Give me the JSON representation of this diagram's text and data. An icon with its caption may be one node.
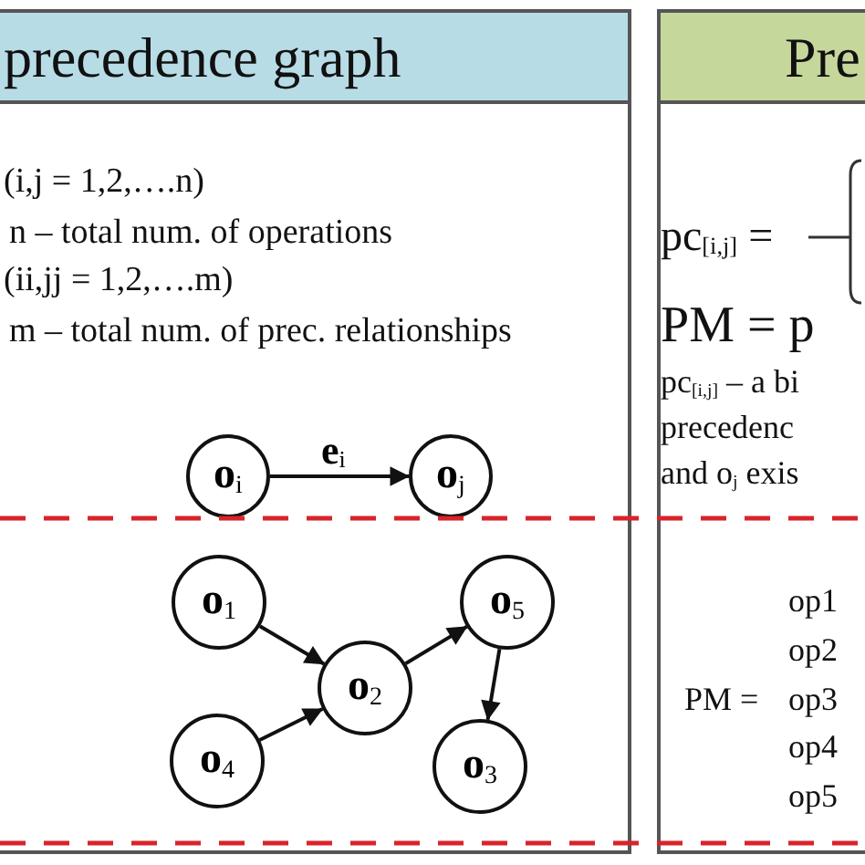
{
  "diagram": {
    "nodes": [
      {
        "text": [
          "precedence graph"
        ]
      },
      {
        "text": [
          "o$_{i}$"
        ],
        "in": 0
      },
      {
        "text": [
          "o$_{j}$"
        ],
        "in": 0
      },
      {
        "text": [
          "o$_{1}$"
        ],
        "in": 0
      },
      {
        "text": [
          "o$_{4}$"
        ],
        "in": 0
      },
      {
        "text": [
          "o$_{2}$"
        ],
        "in": 0
      },
      {
        "text": [
          "o$_{5}$"
        ],
        "in": 0
      },
      {
        "text": [
          "o$_{3}$"
        ],
        "in": 0
      },
      {
        "text": [
          "Pre"
        ]
      }
    ],
    "edges": [
      {
        "from": 1,
        "to": 2,
        "arrow": "to",
        "label": "e$_{i}$"
      },
      {
        "from": 3,
        "to": 5,
        "arrow": "to"
      },
      {
        "from": 4,
        "to": 5,
        "arrow": "to"
      },
      {
        "from": 5,
        "to": 6,
        "arrow": "to"
      },
      {
        "from": 6,
        "to": 7,
        "arrow": "to"
      }
    ],
    "labels": [
      "(i,j = 1,2,….n)",
      "n – total num. of operations",
      "(ii,jj = 1,2,….m)",
      "m – total num. of prec. relationships",
      "pc$_{[i,j]}$ =",
      "PM = p",
      "pc$_{[i,j]}$ – a bi",
      "precedenc",
      "and o$_{j}$ exis",
      "op1",
      "op2",
      "PM =",
      "op3",
      "op4",
      "op5"
    ]
  }
}
